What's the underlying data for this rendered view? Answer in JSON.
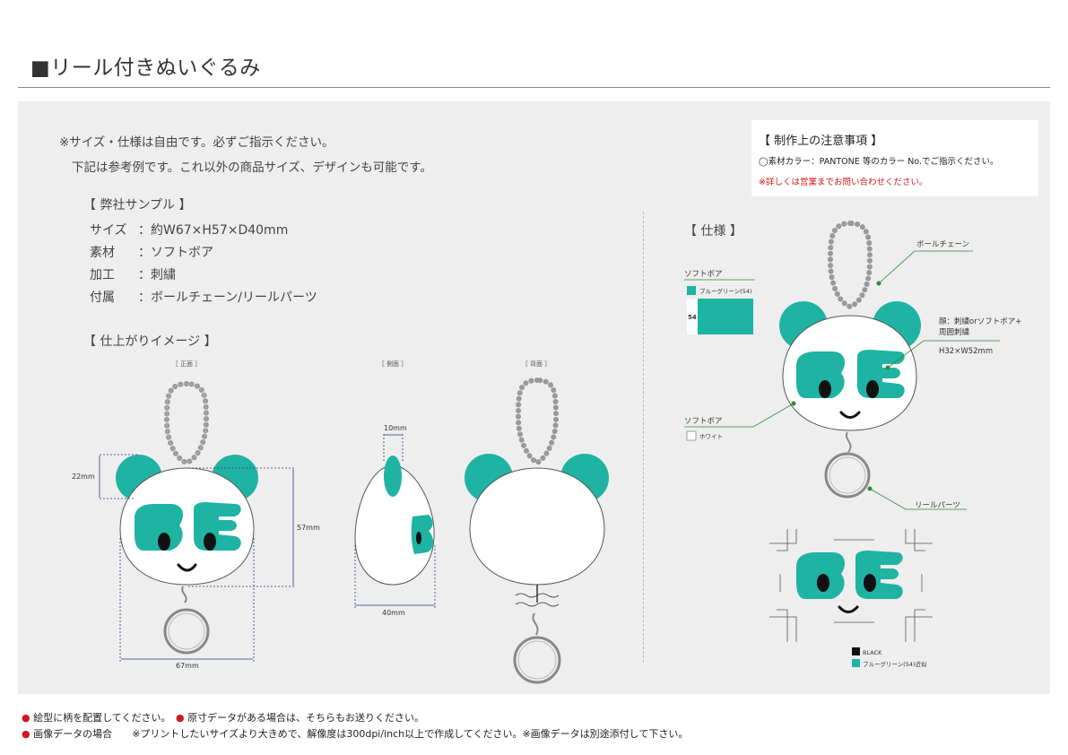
{
  "title": "■リール付きぬいぐるみ",
  "notes": [
    "※サイズ・仕様は自由です。必ずご指示ください。",
    "下記は参考例です。これ以外の商品サイズ、デザインも可能です。"
  ],
  "sample": {
    "heading": "【 弊社サンプル 】",
    "specs": [
      {
        "key": "サイズ",
        "value": "：約W67×H57×D40mm"
      },
      {
        "key": "素材",
        "value": "：ソフトボア"
      },
      {
        "key": "加工",
        "value": "：刺繍"
      },
      {
        "key": "付属",
        "value": "：ボールチェーン/リールパーツ"
      }
    ]
  },
  "finish": {
    "heading": "【 仕上がりイメージ 】",
    "views": {
      "front": "［ 正面 ］",
      "side": "［ 側面 ］",
      "back": "［ 背面 ］"
    },
    "dims": {
      "ear": "22mm",
      "height": "57mm",
      "width": "67mm",
      "depth": "40mm",
      "side_ear": "10mm"
    }
  },
  "caution": {
    "heading": "【 制作上の注意事項 】",
    "line1": "◯素材カラー：PANTONE 等のカラー No.でご指示ください。",
    "line2": "※詳しくは営業までお問い合わせください。"
  },
  "spec_panel": {
    "heading": "【 仕様 】",
    "ball_chain": "ボールチェーン",
    "face_note": "顔：刺繍orソフトボア+",
    "face_note2": "周囲刺繍",
    "face_size": "H32×W52mm",
    "softboa_top": "ソフトボア",
    "swatch_bluegreen": "ブルーグリーン(54)",
    "swatch_number": "54",
    "softboa_bottom": "ソフトボア",
    "swatch_white": "ホワイト",
    "reel": "リールパーツ",
    "legend_black": "BLACK",
    "legend_green": "ブルーグリーン(54)近似"
  },
  "colors": {
    "teal": "#1fb3a3",
    "red": "#d01818",
    "dim_line": "#2b3a8c",
    "leader": "#2e8b3a"
  },
  "footer": {
    "line1a": "絵型に柄を配置してください。",
    "line1b": "原寸データがある場合は、そちらもお送りください。",
    "line2a": "画像データの場合",
    "line2b": "※プリントしたいサイズより大きめで、解像度は300dpi/inch以上で作成してください。※画像データは別途添付して下さい。"
  }
}
